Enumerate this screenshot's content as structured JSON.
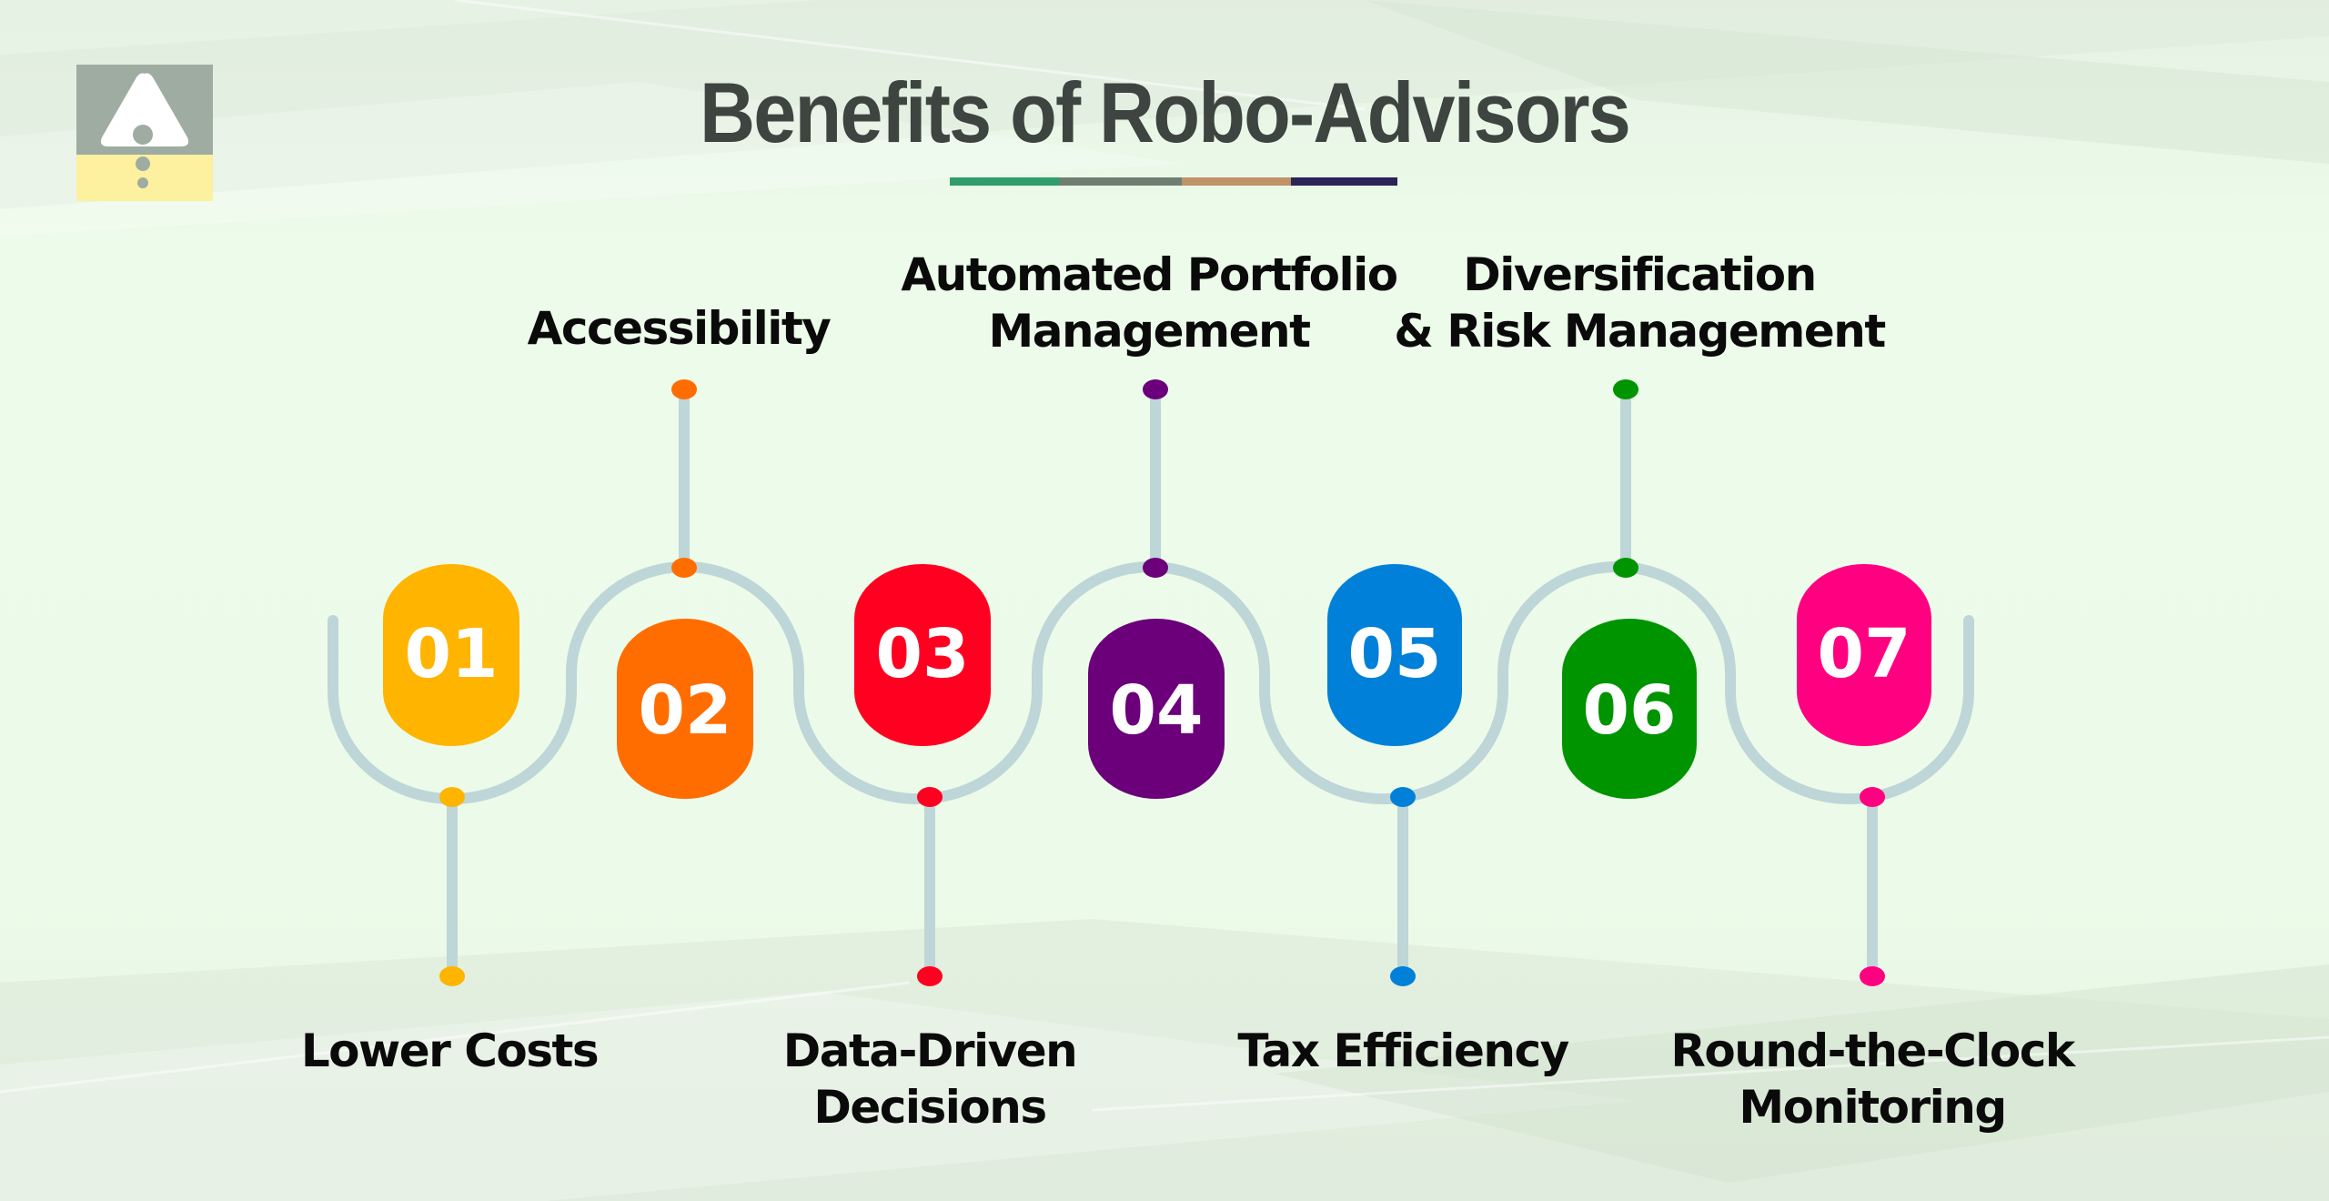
{
  "title": "Benefits of Robo-Advisors",
  "title_underline_colors": [
    "#2f9e6a",
    "#6e7f72",
    "#c09268",
    "#2a2458"
  ],
  "logo": {
    "icon": "warning-triangle-icon",
    "top_color": "#9eaca2",
    "bottom_color": "#fdf09e"
  },
  "path_color": "#bed6d7",
  "steps": [
    {
      "number": "01",
      "label_lines": [
        "Lower Costs"
      ],
      "color": "#ffb400",
      "position": "bottom"
    },
    {
      "number": "02",
      "label_lines": [
        "Accessibility"
      ],
      "color": "#ff6d00",
      "position": "top"
    },
    {
      "number": "03",
      "label_lines": [
        "Data-Driven",
        "Decisions"
      ],
      "color": "#ff0020",
      "position": "bottom"
    },
    {
      "number": "04",
      "label_lines": [
        "Automated Portfolio",
        "Management"
      ],
      "color": "#6b007a",
      "position": "top"
    },
    {
      "number": "05",
      "label_lines": [
        "Tax Efficiency"
      ],
      "color": "#0080d8",
      "position": "bottom"
    },
    {
      "number": "06",
      "label_lines": [
        "Diversification",
        "& Risk Management"
      ],
      "color": "#009400",
      "position": "top"
    },
    {
      "number": "07",
      "label_lines": [
        "Round-the-Clock",
        "Monitoring"
      ],
      "color": "#ff0080",
      "position": "bottom"
    }
  ]
}
